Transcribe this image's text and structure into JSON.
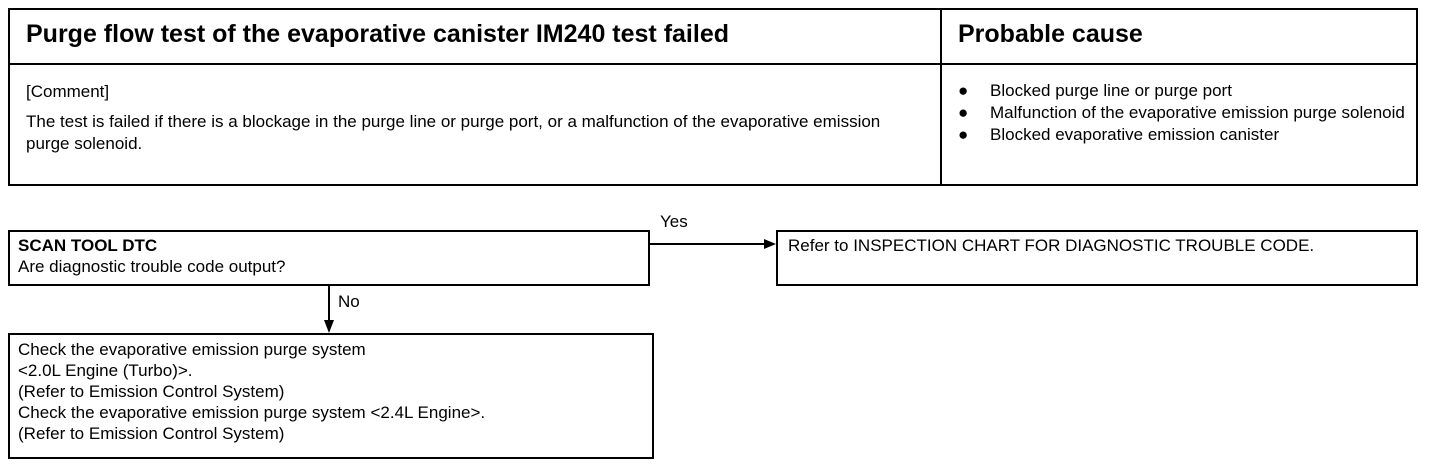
{
  "table": {
    "header_title": "Purge flow test of the evaporative canister IM240 test failed",
    "header_cause": "Probable cause",
    "comment_label": "[Comment]",
    "comment_text": "The test is failed if there is a blockage in the purge line or purge port, or a malfunction of the evaporative emission purge solenoid.",
    "causes": [
      "Blocked purge line or purge port",
      "Malfunction of the evaporative emission purge solenoid",
      "Blocked evaporative emission canister"
    ],
    "bullet": "●"
  },
  "flow": {
    "dtc_title": "SCAN TOOL DTC",
    "dtc_question": "Are diagnostic trouble code output?",
    "yes_label": "Yes",
    "no_label": "No",
    "refer_text": "Refer to INSPECTION CHART FOR DIAGNOSTIC TROUBLE CODE.",
    "check_lines": [
      "Check the evaporative emission purge system",
      "<2.0L Engine (Turbo)>.",
      "(Refer to Emission Control System)",
      "Check the evaporative emission purge system <2.4L Engine>.",
      "(Refer to Emission Control System)"
    ]
  }
}
